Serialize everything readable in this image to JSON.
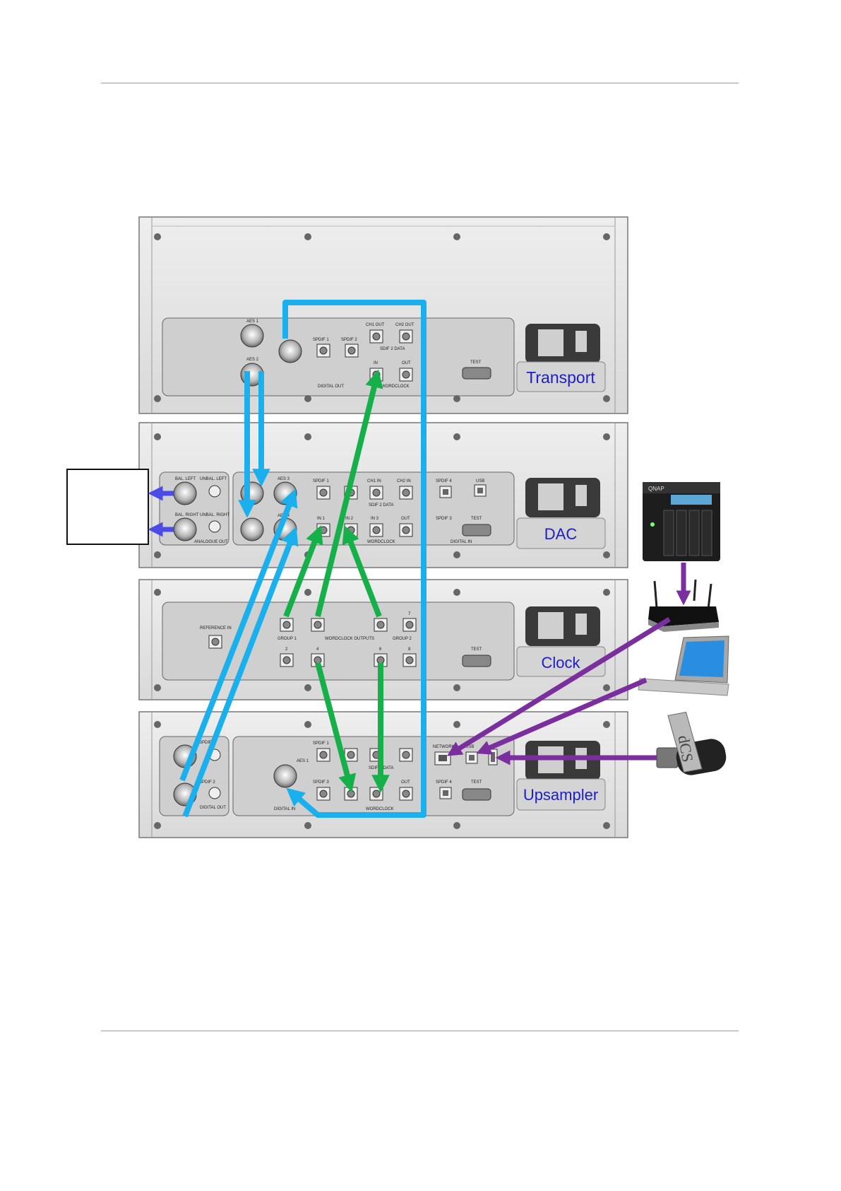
{
  "units": [
    {
      "id": "transport",
      "label": "Transport"
    },
    {
      "id": "dac",
      "label": "DAC"
    },
    {
      "id": "clock",
      "label": "Clock"
    },
    {
      "id": "upsampler",
      "label": "Upsampler"
    }
  ],
  "panel_text": {
    "transport": {
      "aes1": "AES 1",
      "aes2": "AES 2",
      "spdif1": "SPDIF 1",
      "spdif2": "SPDIF 2",
      "ch1out": "CH1 OUT",
      "ch2out": "CH2 OUT",
      "sdif": "SDIF 2 DATA",
      "in": "IN",
      "out": "OUT",
      "wordclock": "WORDCLOCK",
      "test": "TEST",
      "digital_out": "DIGITAL OUT"
    },
    "dac": {
      "bal_left": "BAL. LEFT",
      "bal_right": "BAL. RIGHT",
      "unbal_left": "UNBAL. LEFT",
      "unbal_right": "UNBAL. RIGHT",
      "analogue_out": "ANALOGUE OUT",
      "aes3": "AES 3",
      "aes4": "AES 4",
      "spdif1": "SPDIF 1",
      "ch1in": "CH1 IN",
      "ch2in": "CH2 IN",
      "sdif": "SDIF 2 DATA",
      "spdif4": "SPDIF 4",
      "usb": "USB",
      "in1": "IN 1",
      "in2": "IN 2",
      "in3": "IN 3",
      "out": "OUT",
      "spdif3": "SPDIF 3",
      "test": "TEST",
      "wordclock": "WORDCLOCK",
      "digital_in": "DIGITAL IN"
    },
    "clock": {
      "reference_in": "REFERENCE IN",
      "group1": "GROUP 1",
      "group2": "GROUP 2",
      "wordclock_outputs": "WORDCLOCK OUTPUTS",
      "n2": "2",
      "n4": "4",
      "n6": "6",
      "n7": "7",
      "n8": "8",
      "test": "TEST"
    },
    "upsampler": {
      "spdif1": "SPDIF 1",
      "spdif2": "SPDIF 2",
      "digital_out": "DIGITAL OUT",
      "aes1": "AES 1",
      "spdif3": "SPDIF 3",
      "network": "NETWORK",
      "usb": "USB",
      "sdif": "SDIF 2 DATA",
      "spdif4": "SPDIF 4",
      "out": "OUT",
      "test": "TEST",
      "wordclock": "WORDCLOCK",
      "digital_in": "DIGITAL IN"
    }
  },
  "devices": {
    "nas": {
      "brand": "QNAP"
    },
    "usb_stick": {
      "brand": "dCS"
    }
  },
  "colors": {
    "digital_audio": "#1ab0ee",
    "wordclock": "#16b04a",
    "analogue_out": "#4b4be8",
    "network": "#7b2f9e",
    "label": "#1e1ec8"
  }
}
